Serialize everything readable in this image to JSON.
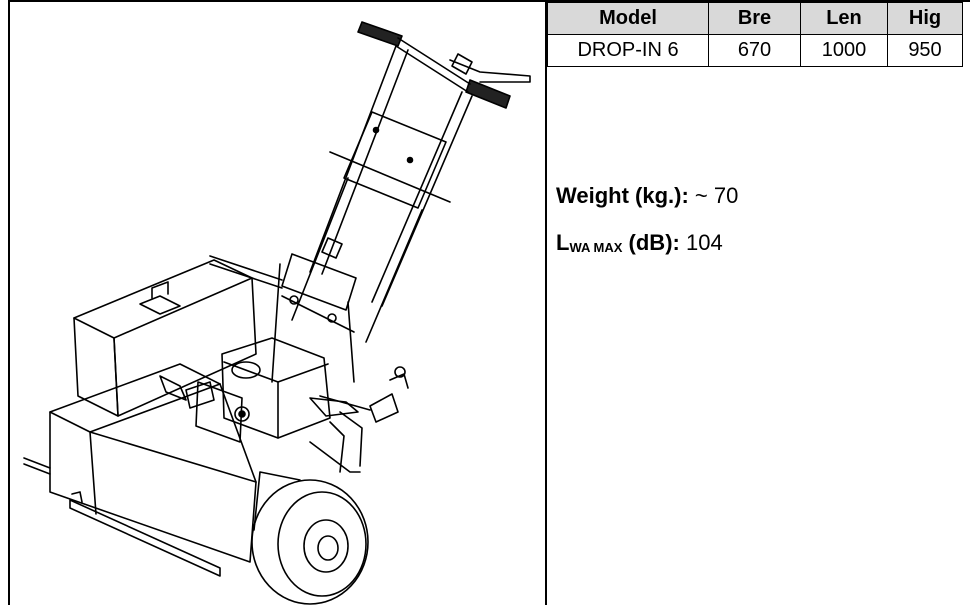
{
  "table": {
    "headers": [
      "Model",
      "Bre",
      "Len",
      "Hig"
    ],
    "rows": [
      [
        "DROP-IN 6",
        "670",
        "1000",
        "950"
      ]
    ]
  },
  "specs": {
    "weight_label": "Weight (kg.):",
    "weight_value": "~ 70",
    "noise_label_main": "L",
    "noise_label_sub": "WA MAX",
    "noise_label_unit": "(dB):",
    "noise_value": "104"
  },
  "image": {
    "subject": "walk-behind-machine-illustration"
  }
}
